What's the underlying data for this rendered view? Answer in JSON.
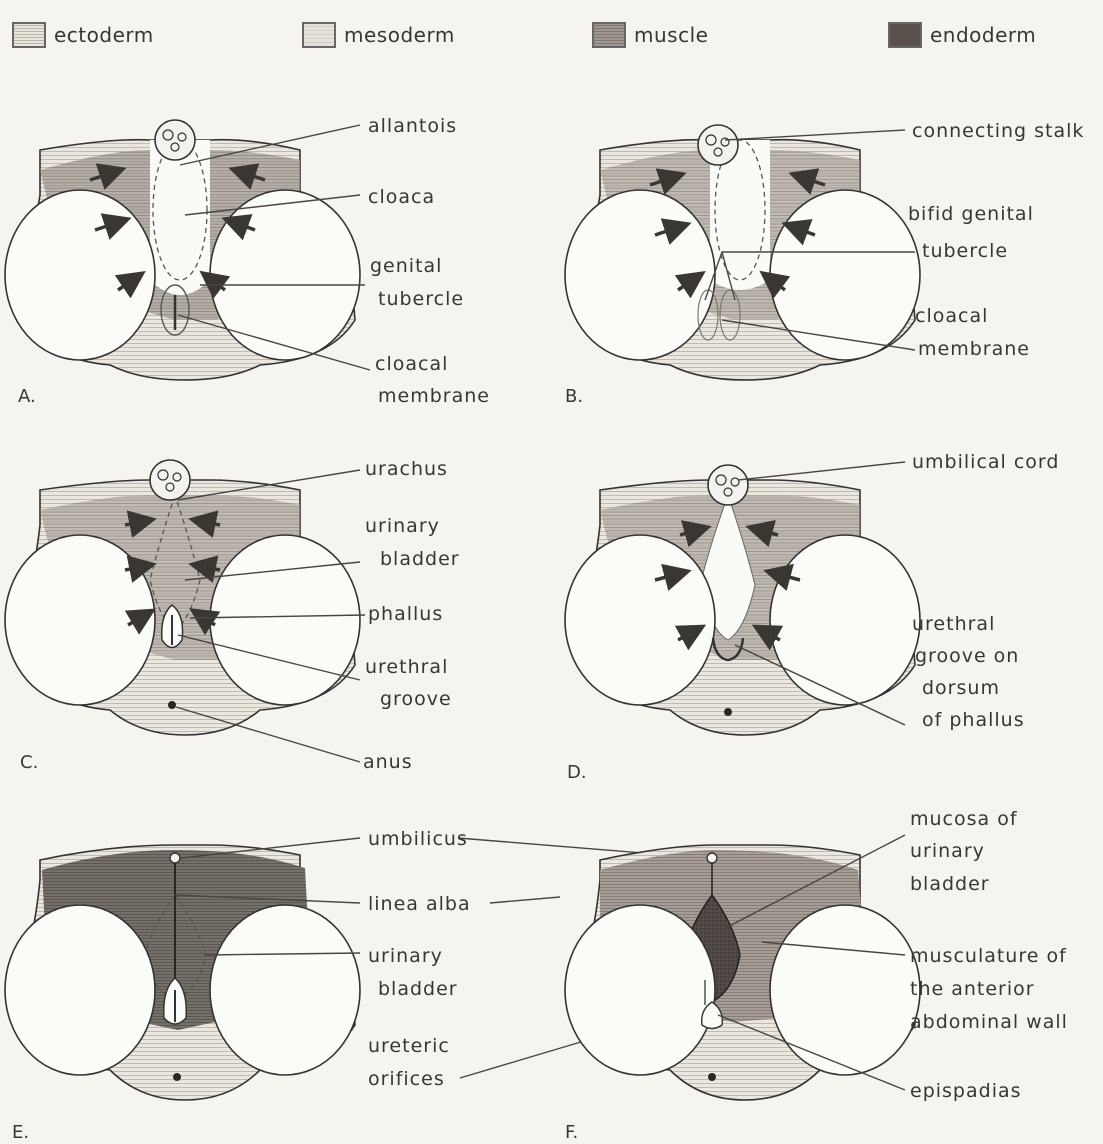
{
  "legend": [
    {
      "label": "ectoderm",
      "key": "ecto"
    },
    {
      "label": "mesoderm",
      "key": "meso"
    },
    {
      "label": "muscle",
      "key": "musc"
    },
    {
      "label": "endoderm",
      "key": "endo"
    }
  ],
  "panels": {
    "A": {
      "letter": "A.",
      "labels": {
        "allantois": "allantois",
        "cloaca": "cloaca",
        "genital_1": "genital",
        "genital_2": "tubercle",
        "membrane_1": "cloacal",
        "membrane_2": "membrane"
      }
    },
    "B": {
      "letter": "B.",
      "labels": {
        "stalk": "connecting stalk",
        "bifid_1": "bifid genital",
        "bifid_2": "tubercle",
        "membrane_1": "cloacal",
        "membrane_2": "membrane"
      }
    },
    "C": {
      "letter": "C.",
      "labels": {
        "urachus": "urachus",
        "bladder_1": "urinary",
        "bladder_2": "bladder",
        "phallus": "phallus",
        "groove_1": "urethral",
        "groove_2": "groove",
        "anus": "anus"
      }
    },
    "D": {
      "letter": "D.",
      "labels": {
        "cord": "umbilical cord",
        "dorsum_1": "urethral",
        "dorsum_2": "groove on",
        "dorsum_3": "dorsum",
        "dorsum_4": "of phallus"
      }
    },
    "E": {
      "letter": "E.",
      "labels": {
        "umbilicus": "umbilicus",
        "linea": "linea alba",
        "bladder_1": "urinary",
        "bladder_2": "bladder",
        "orifices_1": "ureteric",
        "orifices_2": "orifices"
      }
    },
    "F": {
      "letter": "F.",
      "labels": {
        "mucosa_1": "mucosa of",
        "mucosa_2": "urinary",
        "mucosa_3": "bladder",
        "muscle_1": "musculature of",
        "muscle_2": "the anterior",
        "muscle_3": "abdominal wall",
        "epispadias": "epispadias"
      }
    }
  }
}
